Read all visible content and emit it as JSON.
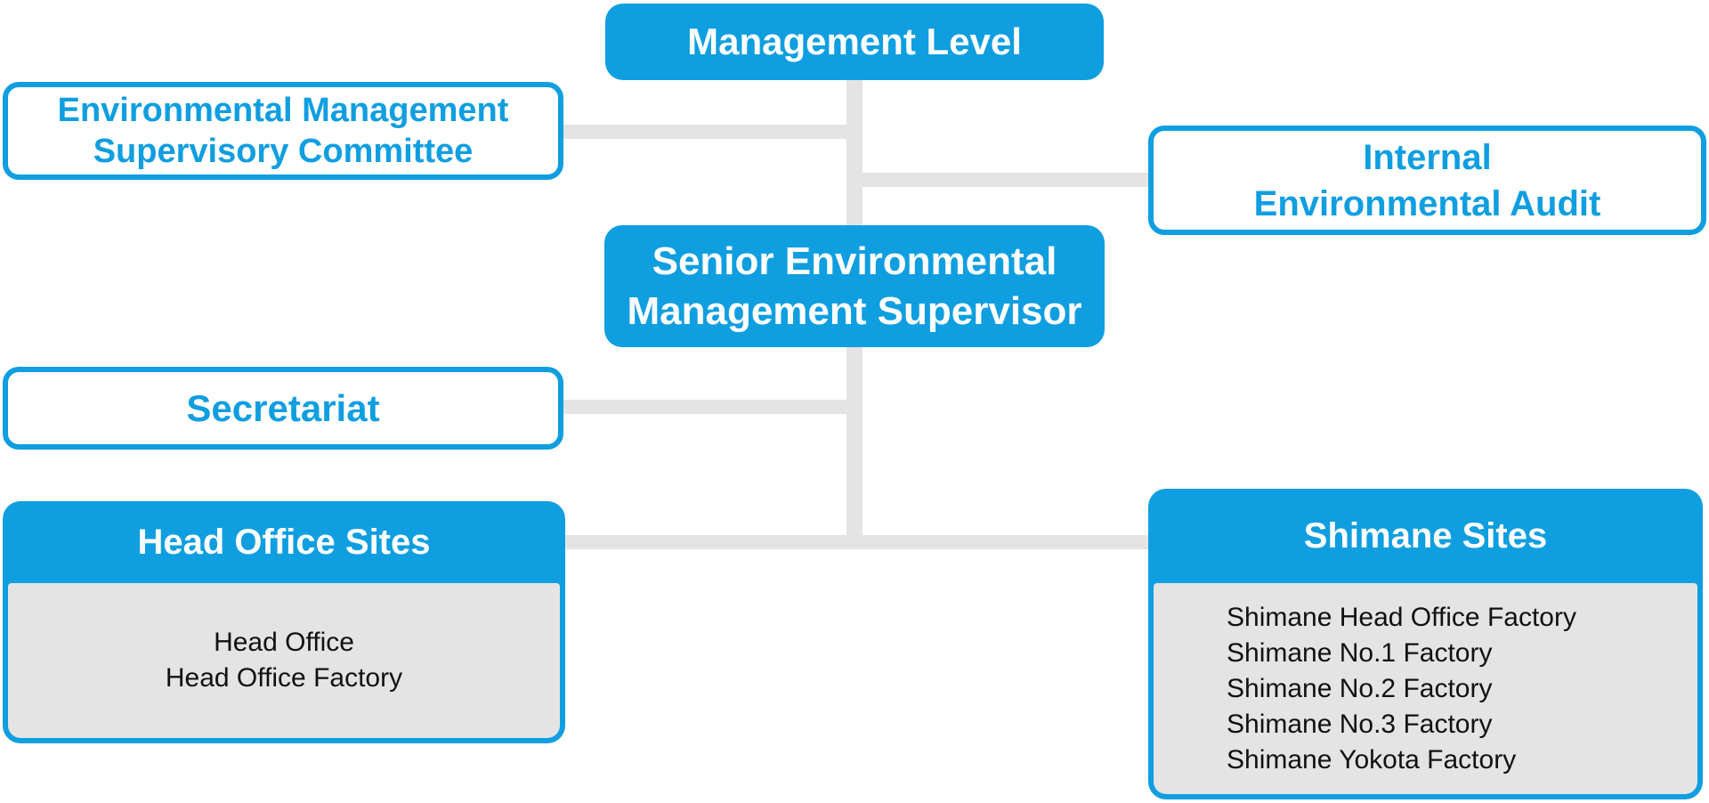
{
  "diagram": {
    "type": "org-chart",
    "topic": "Environmental Management Organization",
    "colors": {
      "accent_blue": "#0f9ee0",
      "connector_gray": "#e4e4e4",
      "panel_gray": "#e4e4e4",
      "text_on_blue": "#ffffff",
      "body_text": "#111111"
    },
    "nodes": {
      "management_level": {
        "label": "Management Level"
      },
      "committee": {
        "label": "Environmental Management\nSupervisory Committee"
      },
      "internal_audit": {
        "label": "Internal\nEnvironmental Audit"
      },
      "senior_supervisor": {
        "label": "Senior Environmental\nManagement Supervisor"
      },
      "secretariat": {
        "label": "Secretariat"
      },
      "head_office_sites": {
        "title": "Head Office Sites",
        "members": [
          "Head Office",
          "Head Office Factory"
        ]
      },
      "shimane_sites": {
        "title": "Shimane Sites",
        "members": [
          "Shimane Head Office Factory",
          "Shimane No.1 Factory",
          "Shimane No.2 Factory",
          "Shimane No.3 Factory",
          "Shimane Yokota Factory"
        ]
      }
    },
    "connections": [
      "Management Level - Environmental Management Supervisory Committee",
      "Management Level - Internal Environmental Audit",
      "Management Level - Senior Environmental Management Supervisor",
      "Senior Environmental Management Supervisor - Secretariat",
      "Senior Environmental Management Supervisor - Head Office Sites",
      "Senior Environmental Management Supervisor - Shimane Sites"
    ]
  }
}
